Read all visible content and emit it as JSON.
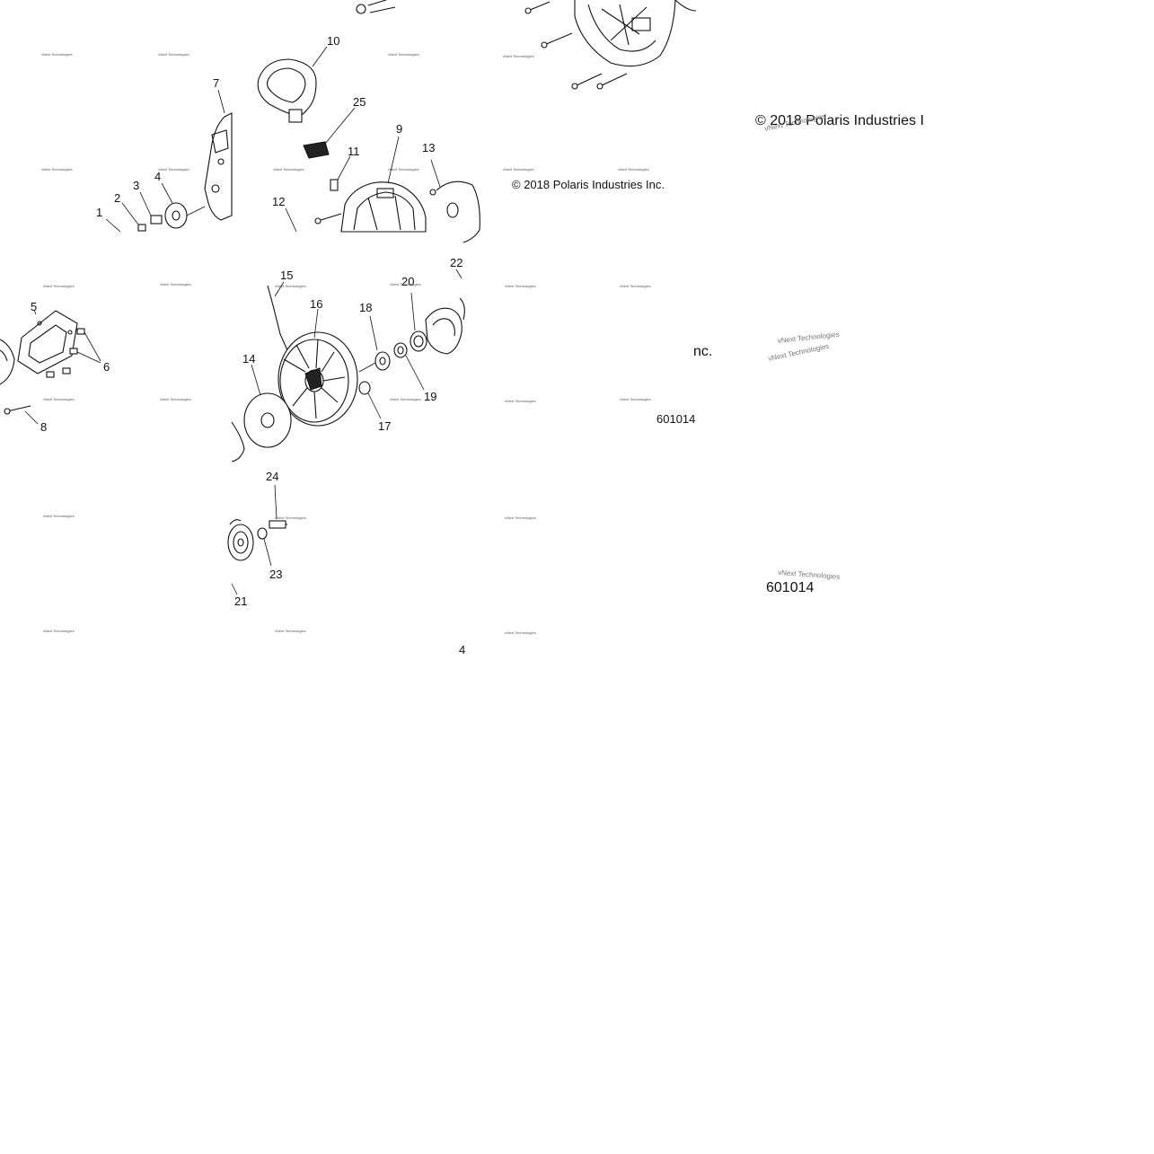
{
  "diagram": {
    "callouts": [
      "1",
      "2",
      "3",
      "4",
      "5",
      "6",
      "7",
      "8",
      "9",
      "10",
      "11",
      "12",
      "13",
      "14",
      "15",
      "16",
      "17",
      "18",
      "19",
      "20",
      "21",
      "22",
      "23",
      "24",
      "25"
    ],
    "copyright_full": "© 2018 Polaris Industries Inc.",
    "copyright_clipped": "© 2018 Polaris Industries I",
    "copyright_fragment": "nc.",
    "part_number": "601014",
    "watermark": "vNext Technologies",
    "stray_mark": "4"
  }
}
